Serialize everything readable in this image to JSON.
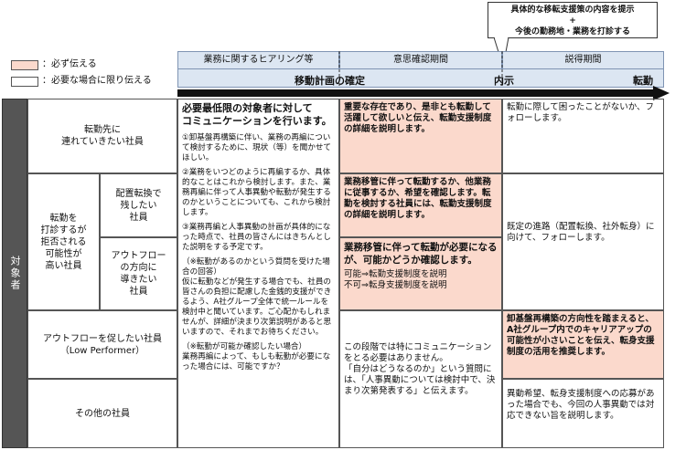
{
  "callout": {
    "line1": "具体的な移転支援策の内容を提示",
    "line2": "+",
    "line3": "今後の勤務地・業務を打診する"
  },
  "legend": {
    "must": "：必ず伝える",
    "optional": "：必要な場合に限り伝える"
  },
  "phases": [
    "業務に関するヒアリング等",
    "意思確認期間",
    "説得期間"
  ],
  "timeline": {
    "plan": "移動計画の確定",
    "notice": "内示",
    "transfer": "転勤"
  },
  "side_label": "対象者",
  "rows": {
    "r1": "転勤先に\n連れていきたい社員",
    "r2_group": "転勤を\n打診するが\n拒否される\n可能性が\n高い社員",
    "r2a": "配置転換で\n残したい\n社員",
    "r2b": "アウトフロー\nの方向に\n導きたい\n社員",
    "r3": "アウトフローを促したい社員\n（Low Performer）",
    "r4": "その他の社員"
  },
  "col1": {
    "heading": "必要最低限の対象者に対して\nコミュニケーションを行います。",
    "p1": "①卸基盤再構築に伴い、業務の再編について検討するために、現状（等）を聞かせてほしい。",
    "p2": "②業務をいつどのように再編するか、具体的なことはこれから検討します。また、業務再編に伴って人事異動や転勤が発生するのかということについても、これから検討します。",
    "p3": "③業務再編と人事異動の計画が具体的になった時点で、社員の皆さんにはきちんとした説明をする予定です。",
    "p4": "（※転勤があるのかという質問を受けた場合の回答）\n仮に転勤などが発生する場合でも、社員の皆さんの負担に配慮した金銭的支援ができるよう、A社グループ全体で統一ルールを検討中と聞いています。ご心配かもしれませんが、詳細が決まり次第説明があると思いますので、それまでお待ちください。",
    "p5": "（※転勤が可能か確認したい場合）\n業務再編によって、もしも転勤が必要になった場合には、可能ですか？"
  },
  "col2": {
    "r1": "重要な存在であり、是非とも転勤して活躍して欲しいと伝え、転勤支援制度の詳細を説明します。",
    "r2a": "業務移管に伴って転勤するか、他業務に従事するか、希望を確認します。転勤を検討する社員には、転勤支援制度の詳細を説明します。",
    "r2b_head": "業務移管に伴って転勤が必要になるが、可能かどうか確認します。",
    "r2b_l1": "可能⇒転勤支援制度を説明",
    "r2b_l2": "不可⇒転身支援制度を説明",
    "r34": "この段階では特にコミュニケーションをとる必要はありません。\n「自分はどうなるのか」という質問には、「人事異動については検討中で、決まり次第発表する」と伝えます。"
  },
  "col3": {
    "r1": "転勤に際して困ったことがないか、フォローします。",
    "r2": "既定の進路（配置転換、社外転身）に向けて、フォローします。",
    "r3": "卸基盤再構築の方向性を踏まえると、A社グループ内でのキャリアアップの可能性が小さいことを伝え、転身支援制度の活用を推奨します。",
    "r4": "異動希望、転身支援制度への応募があった場合でも、今回の人事異動では対応できない旨を説明します。"
  },
  "colors": {
    "must": "#fbd9cc",
    "phase": "#dce6f2",
    "arrow": "#111111",
    "side": "#555555"
  }
}
